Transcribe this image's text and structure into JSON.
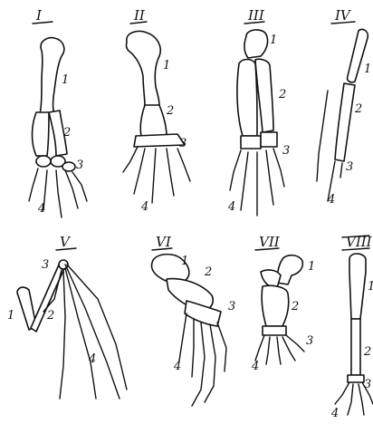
{
  "figure": {
    "panels": [
      {
        "id": "I",
        "labels": [
          "1",
          "2",
          "3",
          "4"
        ]
      },
      {
        "id": "II",
        "labels": [
          "1",
          "2",
          "3",
          "4"
        ]
      },
      {
        "id": "III",
        "labels": [
          "1",
          "2",
          "3",
          "4"
        ]
      },
      {
        "id": "IV",
        "labels": [
          "1",
          "2",
          "3",
          "4"
        ]
      },
      {
        "id": "V",
        "labels": [
          "3",
          "1",
          "2",
          "4"
        ]
      },
      {
        "id": "VI",
        "labels": [
          "1",
          "2",
          "3",
          "4"
        ]
      },
      {
        "id": "VII",
        "labels": [
          "1",
          "2",
          "3",
          "4"
        ]
      },
      {
        "id": "VIII",
        "labels": [
          "1",
          "2",
          "3",
          "4"
        ]
      }
    ]
  },
  "colors": {
    "ink": "#111111",
    "paper": "#ffffff"
  }
}
